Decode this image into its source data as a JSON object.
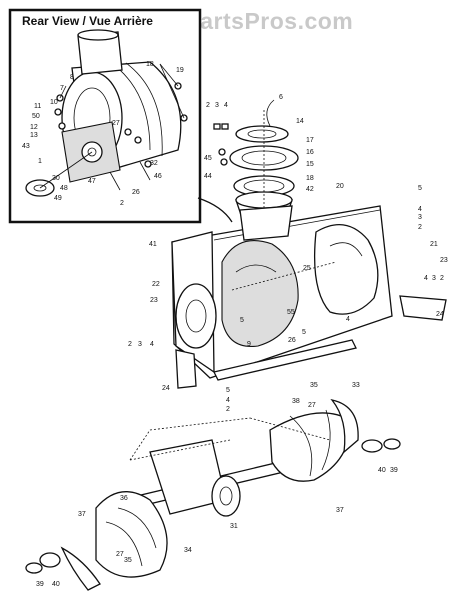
{
  "watermark": "AppliancePartsPros.com",
  "inset": {
    "title": "Rear View / Vue Arrière"
  },
  "callouts": [
    {
      "id": "c-inset-19",
      "label": "19"
    },
    {
      "id": "c-inset-18",
      "label": "18"
    },
    {
      "id": "c-inset-8",
      "label": "8"
    },
    {
      "id": "c-inset-7",
      "label": "7"
    },
    {
      "id": "c-inset-10",
      "label": "10"
    },
    {
      "id": "c-inset-11",
      "label": "11"
    },
    {
      "id": "c-inset-50",
      "label": "50"
    },
    {
      "id": "c-inset-12",
      "label": "12"
    },
    {
      "id": "c-inset-13",
      "label": "13"
    },
    {
      "id": "c-inset-43",
      "label": "43"
    },
    {
      "id": "c-inset-1",
      "label": "1"
    },
    {
      "id": "c-inset-30",
      "label": "30"
    },
    {
      "id": "c-inset-48",
      "label": "48"
    },
    {
      "id": "c-inset-49",
      "label": "49"
    },
    {
      "id": "c-inset-47",
      "label": "47"
    },
    {
      "id": "c-inset-27",
      "label": "27"
    },
    {
      "id": "c-inset-32",
      "label": "32"
    },
    {
      "id": "c-inset-46",
      "label": "46"
    },
    {
      "id": "c-inset-26",
      "label": "26"
    },
    {
      "id": "c-inset-2",
      "label": "2"
    },
    {
      "id": "c-top-2",
      "label": "2"
    },
    {
      "id": "c-top-3",
      "label": "3"
    },
    {
      "id": "c-top-4",
      "label": "4"
    },
    {
      "id": "c-top-6",
      "label": "6"
    },
    {
      "id": "c-top-14",
      "label": "14"
    },
    {
      "id": "c-top-17",
      "label": "17"
    },
    {
      "id": "c-top-16",
      "label": "16"
    },
    {
      "id": "c-top-15",
      "label": "15"
    },
    {
      "id": "c-top-18",
      "label": "18"
    },
    {
      "id": "c-top-42",
      "label": "42"
    },
    {
      "id": "c-top-45",
      "label": "45"
    },
    {
      "id": "c-top-44",
      "label": "44"
    },
    {
      "id": "c-top-20",
      "label": "20"
    },
    {
      "id": "c-right-5",
      "label": "5"
    },
    {
      "id": "c-right-4",
      "label": "4"
    },
    {
      "id": "c-right-3",
      "label": "3"
    },
    {
      "id": "c-right-2",
      "label": "2"
    },
    {
      "id": "c-right-21",
      "label": "21"
    },
    {
      "id": "c-right-23",
      "label": "23"
    },
    {
      "id": "c-right-4b",
      "label": "4"
    },
    {
      "id": "c-right-3b",
      "label": "3"
    },
    {
      "id": "c-right-2b",
      "label": "2"
    },
    {
      "id": "c-right-24",
      "label": "24"
    },
    {
      "id": "c-41",
      "label": "41"
    },
    {
      "id": "c-22",
      "label": "22"
    },
    {
      "id": "c-25",
      "label": "25"
    },
    {
      "id": "c-23",
      "label": "23"
    },
    {
      "id": "c-55",
      "label": "55"
    },
    {
      "id": "c-mid-5",
      "label": "5"
    },
    {
      "id": "c-mid-5b",
      "label": "5"
    },
    {
      "id": "c-mid-4",
      "label": "4"
    },
    {
      "id": "c-left-2",
      "label": "2"
    },
    {
      "id": "c-left-3",
      "label": "3"
    },
    {
      "id": "c-left-4",
      "label": "4"
    },
    {
      "id": "c-mid-9",
      "label": "9"
    },
    {
      "id": "c-26",
      "label": "26"
    },
    {
      "id": "c-24",
      "label": "24"
    },
    {
      "id": "c-bot-5",
      "label": "5"
    },
    {
      "id": "c-bot-4",
      "label": "4"
    },
    {
      "id": "c-bot-2",
      "label": "2"
    },
    {
      "id": "c-35",
      "label": "35"
    },
    {
      "id": "c-27",
      "label": "27"
    },
    {
      "id": "c-33",
      "label": "33"
    },
    {
      "id": "c-38",
      "label": "38"
    },
    {
      "id": "c-37r",
      "label": "37"
    },
    {
      "id": "c-40r",
      "label": "40"
    },
    {
      "id": "c-39r",
      "label": "39"
    },
    {
      "id": "c-31",
      "label": "31"
    },
    {
      "id": "c-36",
      "label": "36"
    },
    {
      "id": "c-37l",
      "label": "37"
    },
    {
      "id": "c-27b",
      "label": "27"
    },
    {
      "id": "c-35b",
      "label": "35"
    },
    {
      "id": "c-34",
      "label": "34"
    },
    {
      "id": "c-39l",
      "label": "39"
    },
    {
      "id": "c-40l",
      "label": "40"
    }
  ]
}
